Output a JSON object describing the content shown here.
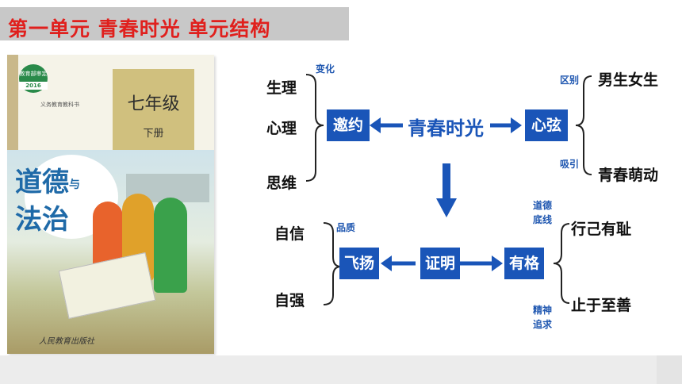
{
  "title": "第一单元 青春时光 单元结构",
  "book": {
    "logo_text": "教育部审定",
    "logo_year": "2016",
    "series": "义务教育教科书",
    "grade": "七年级",
    "volume": "下册",
    "subject_line1": "道德",
    "subject_small": "与",
    "subject_line2": "法治",
    "publisher": "人民教育出版社"
  },
  "diagram": {
    "left_group1": [
      "生理",
      "心理",
      "思维"
    ],
    "label_change": "变化",
    "box_yaoyue": "邀约",
    "center": "青春时光",
    "box_xinxian": "心弦",
    "label_qubie": "区别",
    "label_xiyin": "吸引",
    "right_top1": "男生女生",
    "right_top2": "青春萌动",
    "left_group2": [
      "自信",
      "自强"
    ],
    "label_pinzhi": "品质",
    "box_feiyang": "飞扬",
    "box_zhengming": "证明",
    "box_youge": "有格",
    "label_daode": [
      "道德",
      "底线"
    ],
    "label_jingshen": [
      "精神",
      "追求"
    ],
    "right_bottom1": "行己有耻",
    "right_bottom2": "止于至善"
  },
  "colors": {
    "title_red": "#e0201d",
    "box_blue": "#1a55b8"
  }
}
